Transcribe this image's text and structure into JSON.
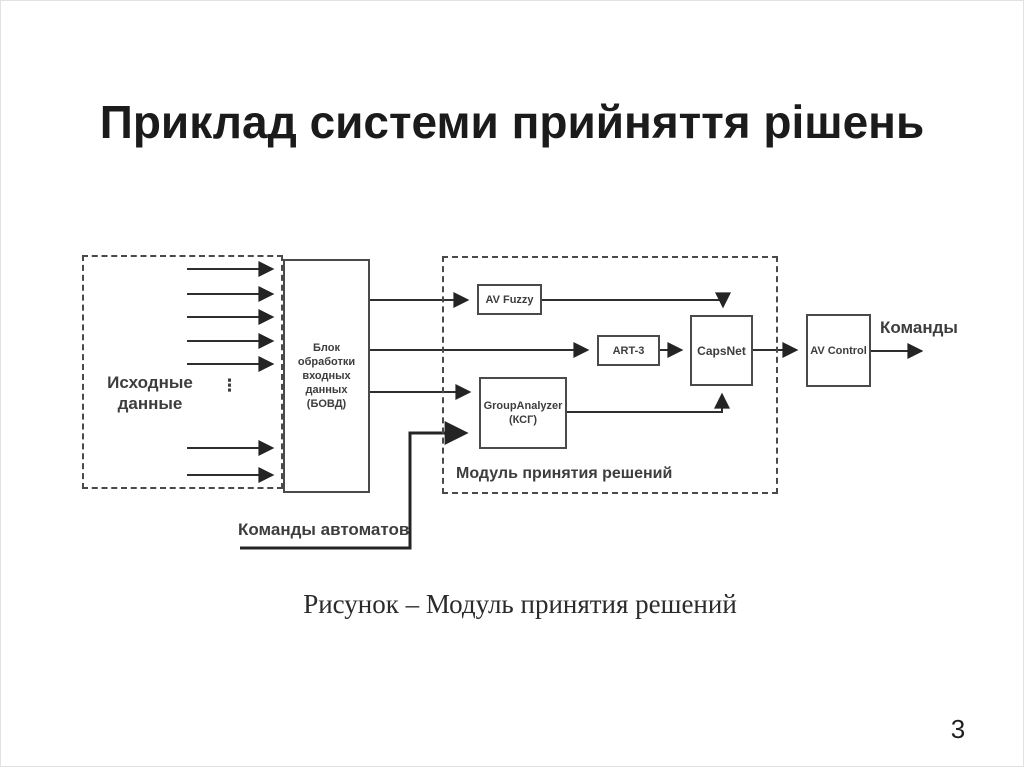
{
  "slide": {
    "title": "Приклад системи прийняття рішень",
    "caption": "Рисунок – Модуль принятия решений",
    "page_number": "3"
  },
  "diagram": {
    "input_group": {
      "label": "Исходные данные",
      "dots": "⋮"
    },
    "bovd": {
      "label": "Блок\nобработки\nвходных\nданных\n(БОВД)"
    },
    "decision_module": {
      "label": "Модуль принятия решений"
    },
    "av_fuzzy": {
      "label": "AV Fuzzy"
    },
    "art3": {
      "label": "ART-3"
    },
    "group_analyzer": {
      "label": "GroupAnalyzer\n(КСГ)"
    },
    "capsnet": {
      "label": "CapsNet"
    },
    "av_control": {
      "label": "AV Control"
    },
    "output_label": "Команды",
    "automata_label": "Команды автоматов"
  },
  "colors": {
    "line": "#2e2e2e",
    "box_border": "#4a4a4a",
    "text": "#3d3d3d",
    "title": "#1b1b1b"
  }
}
